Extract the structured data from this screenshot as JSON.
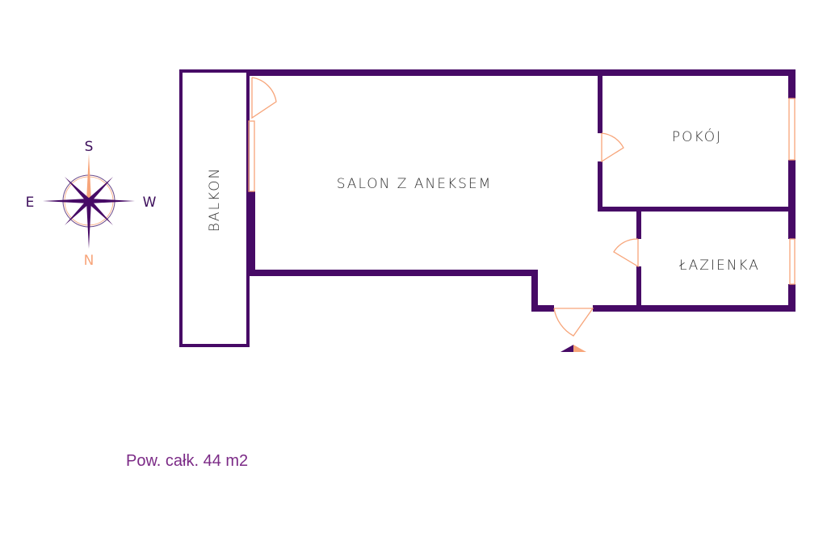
{
  "rooms": {
    "salon": "SALON Z ANEKSEM",
    "pokoj": "POKÓJ",
    "lazienka": "ŁAZIENKA",
    "balkon": "BALKON"
  },
  "compass": {
    "north": "N",
    "south": "S",
    "east": "E",
    "west": "W"
  },
  "area_label": "Pow. całk. 44 m2",
  "colors": {
    "wall": "#470a66",
    "door": "#f7a57a",
    "text": "#7b2a86"
  }
}
